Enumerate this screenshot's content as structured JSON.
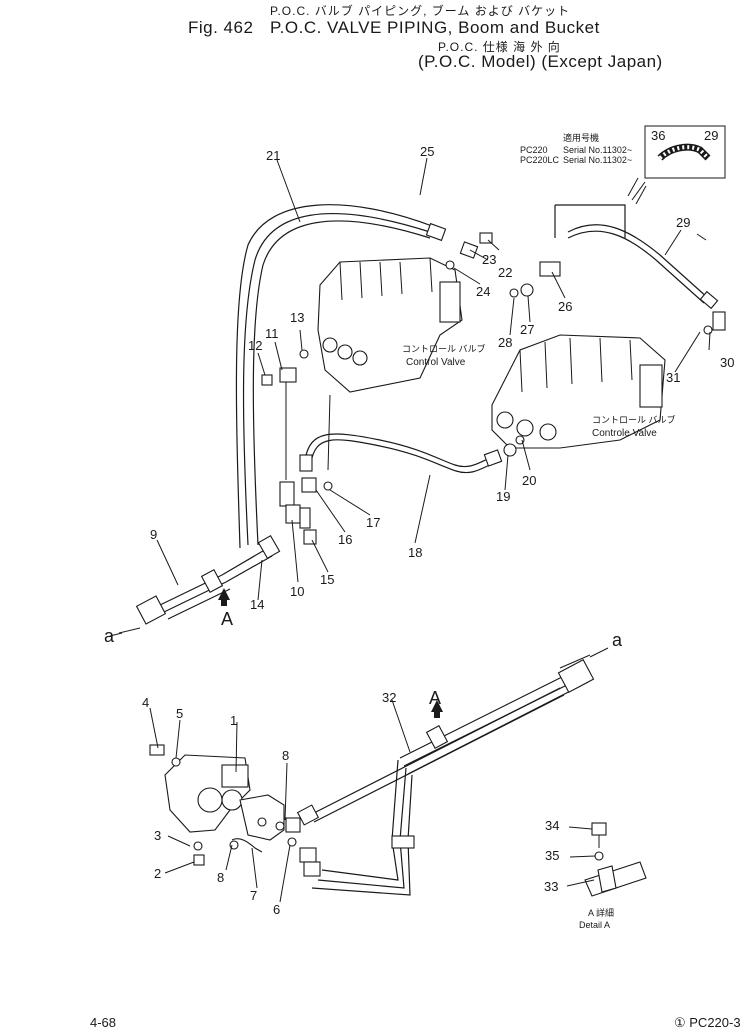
{
  "header": {
    "jp_line1": "P.O.C.  バルブ  パイピング, ブーム および バケット",
    "fig_no": "Fig. 462",
    "title": "P.O.C. VALVE PIPING, Boom and Bucket",
    "jp_line2": "P.O.C. 仕様        海  外  向",
    "subtitle": "(P.O.C. Model) (Except Japan)"
  },
  "serial_box": {
    "heading": "適用号機",
    "rows": [
      {
        "model": "PC220",
        "serial": "Serial No.11302~"
      },
      {
        "model": "PC220LC",
        "serial": "Serial No.11302~"
      }
    ]
  },
  "valve_labels": {
    "upper_jp": "コントロール バルブ",
    "upper_en": "Control Valve",
    "lower_jp": "コントロール バルブ",
    "lower_en": "Controle Valve"
  },
  "detail": {
    "jp": "A 詳細",
    "en": "Detail A"
  },
  "callouts": {
    "p1": "1",
    "p2": "2",
    "p3": "3",
    "p4": "4",
    "p5": "5",
    "p6": "6",
    "p7": "7",
    "p8a": "8",
    "p8b": "8",
    "p9": "9",
    "p10": "10",
    "p11": "11",
    "p12": "12",
    "p13": "13",
    "p14": "14",
    "p15": "15",
    "p16": "16",
    "p17": "17",
    "p18": "18",
    "p19": "19",
    "p20": "20",
    "p21": "21",
    "p22": "22",
    "p23": "23",
    "p24": "24",
    "p25": "25",
    "p26": "26",
    "p27": "27",
    "p28": "28",
    "p29a": "29",
    "p29b": "29",
    "p30": "30",
    "p31": "31",
    "p32": "32",
    "p33": "33",
    "p34": "34",
    "p35": "35",
    "p36": "36"
  },
  "view_marks": {
    "a_left": "a",
    "a_right": "a",
    "A_upper": "A",
    "A_lower": "A"
  },
  "footer": {
    "page": "4-68",
    "code": "① PC220-3"
  }
}
